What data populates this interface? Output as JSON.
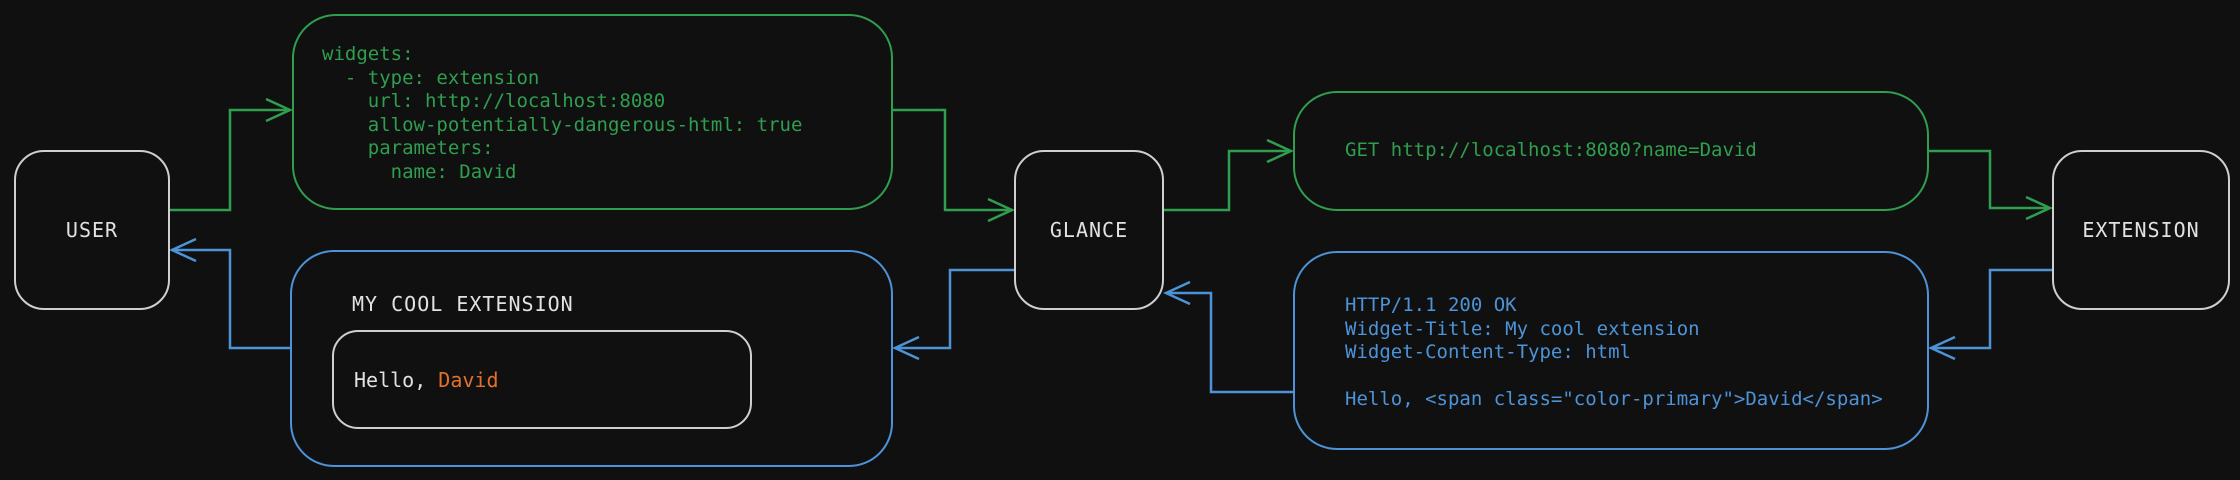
{
  "colors": {
    "background": "#101010",
    "green": "#2f9e4f",
    "blue": "#4d93d8",
    "orange": "#e2712e",
    "node_border": "#cfcfcf",
    "text_light": "#e2e2e2"
  },
  "nodes": {
    "user": {
      "label": "USER"
    },
    "glance": {
      "label": "GLANCE"
    },
    "extension": {
      "label": "EXTENSION"
    }
  },
  "config_box": {
    "lines": [
      "widgets:",
      "  - type: extension",
      "    url: http://localhost:8080",
      "    allow-potentially-dangerous-html: true",
      "    parameters:",
      "      name: David"
    ]
  },
  "request_box": {
    "line": "GET http://localhost:8080?name=David"
  },
  "response_box": {
    "lines": [
      "HTTP/1.1 200 OK",
      "Widget-Title: My cool extension",
      "Widget-Content-Type: html",
      "",
      "Hello, <span class=\"color-primary\">David</span>"
    ]
  },
  "widget_box": {
    "title": "MY COOL EXTENSION",
    "greeting_prefix": "Hello, ",
    "greeting_name": "David"
  }
}
